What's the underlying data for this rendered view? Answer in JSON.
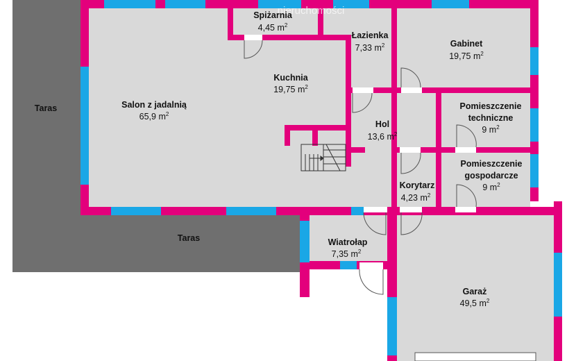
{
  "watermark": "nieruchomości",
  "colors": {
    "wall": "#e3007c",
    "window": "#1aa7e6",
    "floor": "#d9d9d9",
    "terrace": "#6f6f6f",
    "door": "#ffffff"
  },
  "outside": {
    "taras_left": "Taras",
    "taras_bottom": "Taras"
  },
  "rooms": {
    "salon": {
      "name": "Salon z jadalnią",
      "area": "65,9 m",
      "sup": "2"
    },
    "kuchnia": {
      "name": "Kuchnia",
      "area": "19,75 m",
      "sup": "2"
    },
    "spizarnia": {
      "name": "Spiżarnia",
      "area": "4,45 m",
      "sup": "2"
    },
    "lazienka": {
      "name": "Łazienka",
      "area": "7,33 m",
      "sup": "2"
    },
    "gabinet": {
      "name": "Gabinet",
      "area": "19,75 m",
      "sup": "2"
    },
    "hol": {
      "name": "Hol",
      "area": "13,6 m",
      "sup": "2"
    },
    "techniczne": {
      "name1": "Pomieszczenie",
      "name2": "techniczne",
      "area": "9 m",
      "sup": "2"
    },
    "gospodarcze": {
      "name1": "Pomieszczenie",
      "name2": "gospodarcze",
      "area": "9 m",
      "sup": "2"
    },
    "korytarz": {
      "name": "Korytarz",
      "area": "4,23 m",
      "sup": "2"
    },
    "wiatrolap": {
      "name": "Wiatrołap",
      "area": "7,35 m",
      "sup": "2"
    },
    "garaz": {
      "name": "Garaż",
      "area": "49,5 m",
      "sup": "2"
    }
  }
}
